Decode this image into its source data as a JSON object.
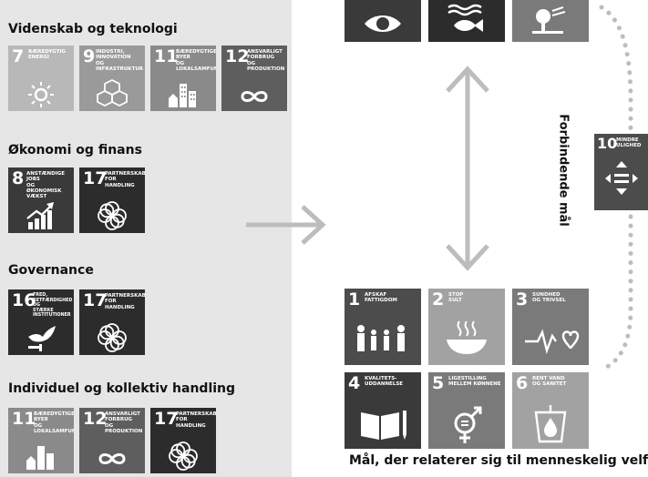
{
  "groups": {
    "science": {
      "title": "Videnskab og teknologi",
      "tiles": [
        {
          "number": "7",
          "label": "BÆREDYGTIG\nENERGI",
          "icon": "sun-icon"
        },
        {
          "number": "9",
          "label": "INDUSTRI, INNOVATION\nOG INFRASTRUKTUR",
          "icon": "cubes-icon"
        },
        {
          "number": "11",
          "label": "BÆREDYGTIGE BYER\nOG LOKALSAMFUND",
          "icon": "city-icon"
        },
        {
          "number": "12",
          "label": "ANSVARLIGT\nFORBRUG\nOG PRODUKTION",
          "icon": "infinity-icon"
        }
      ]
    },
    "economy": {
      "title": "Økonomi og finans",
      "tiles": [
        {
          "number": "8",
          "label": "ANSTÆNDIGE JOBS\nOG ØKONOMISK\nVÆKST",
          "icon": "growth-chart-icon"
        },
        {
          "number": "17",
          "label": "PARTNERSKAB\nFOR HANDLING",
          "icon": "flower-icon"
        }
      ]
    },
    "governance": {
      "title": "Governance",
      "tiles": [
        {
          "number": "16",
          "label": "FRED, RETFÆRDIGHED OG\nSTÆRKE INSTITUTIONER",
          "icon": "dove-icon"
        },
        {
          "number": "17",
          "label": "PARTNERSKAB\nFOR HANDLING",
          "icon": "flower-icon"
        }
      ]
    },
    "individual": {
      "title": "Individuel og kollektiv handling",
      "tiles": [
        {
          "number": "11",
          "label": "BÆREDYGTIGE BYER\nOG LOKALSAMFUND",
          "icon": "city-icon"
        },
        {
          "number": "12",
          "label": "ANSVARLIGT\nFORBRUG\nOG PRODUKTION",
          "icon": "infinity-icon"
        },
        {
          "number": "17",
          "label": "PARTNERSKAB\nFOR HANDLING",
          "icon": "flower-icon"
        }
      ]
    }
  },
  "top_tiles": [
    {
      "icon": "eye-globe-icon"
    },
    {
      "icon": "fish-icon"
    },
    {
      "icon": "tree-icon"
    }
  ],
  "connecting_tile": {
    "number": "10",
    "label": "MINDRE\nULIGHED",
    "icon": "equality-arrows-icon"
  },
  "connecting_label": "Forbindende mål",
  "welfare_tiles": [
    {
      "number": "1",
      "label": "AFSKAF\nFATTIGDOM",
      "icon": "family-icon"
    },
    {
      "number": "2",
      "label": "STOP\nSULT",
      "icon": "bowl-icon"
    },
    {
      "number": "3",
      "label": "SUNDHED\nOG TRIVSEL",
      "icon": "heartbeat-icon"
    },
    {
      "number": "4",
      "label": "KVALITETS-\nUDDANNELSE",
      "icon": "book-icon"
    },
    {
      "number": "5",
      "label": "LIGESTILLING\nMELLEM KØNNENE",
      "icon": "gender-icon"
    },
    {
      "number": "6",
      "label": "RENT VAND\nOG SANITET",
      "icon": "water-drop-icon"
    }
  ],
  "welfare_caption": "Mål, der relaterer sig til menneskelig velfærd"
}
